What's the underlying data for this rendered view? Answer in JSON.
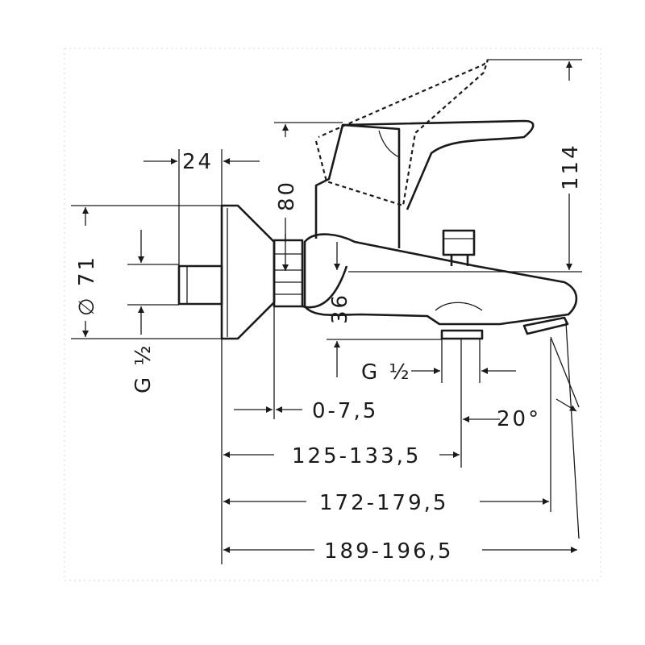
{
  "drawing": {
    "dims": {
      "d24": "24",
      "d80": "80",
      "d114": "114",
      "d71": "∅ 71",
      "g_left": "G ½",
      "d36": "36",
      "g_bottom": "G ½",
      "d0_7": "0-7,5",
      "d20": "20°",
      "d125": "125-133,5",
      "d172": "172-179,5",
      "d189": "189-196,5"
    }
  }
}
